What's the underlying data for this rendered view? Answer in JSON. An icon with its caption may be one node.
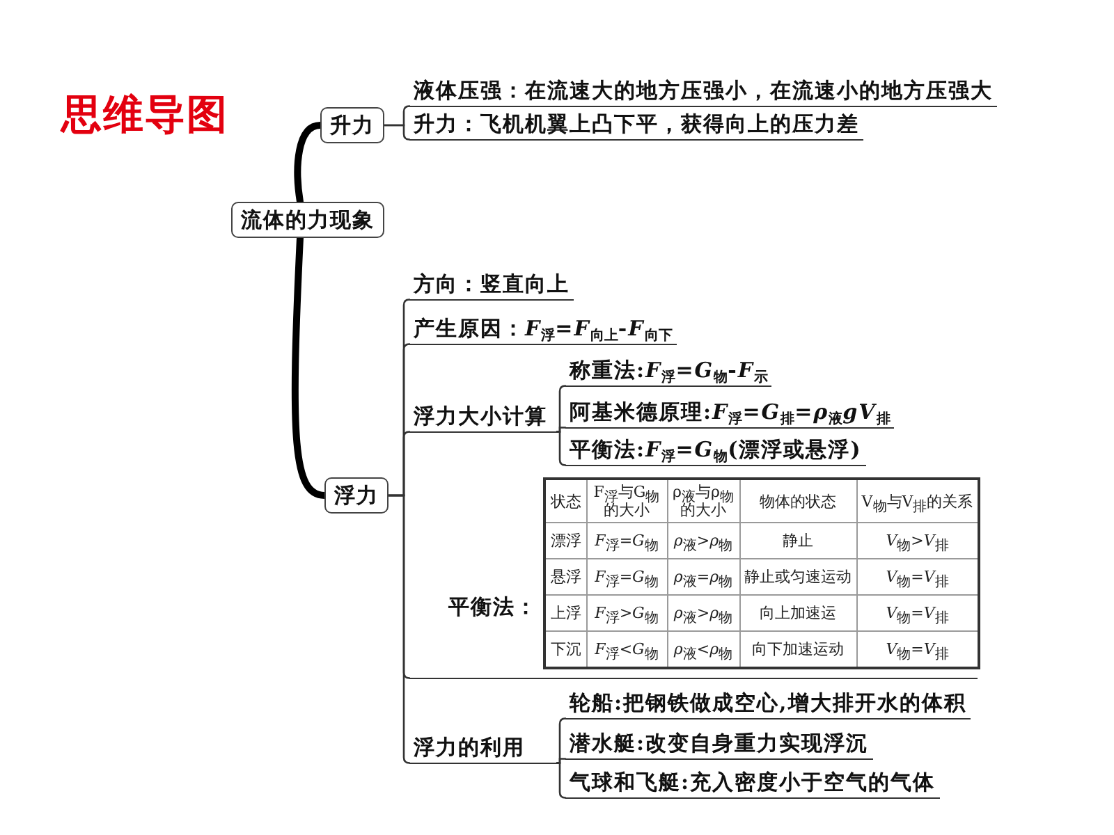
{
  "diagram": {
    "title": "思维导图",
    "nodes": [
      {
        "text": [
          "流体的力现象"
        ]
      },
      {
        "text": [
          "升力"
        ]
      },
      {
        "text": [
          "液体压强：在流速大的地方压强小，在流速小的地方压强大"
        ]
      },
      {
        "text": [
          "升力：飞机机翼上凸下平，获得向上的压力差"
        ]
      },
      {
        "text": [
          "浮力"
        ]
      },
      {
        "text": [
          "方向：竖直向上"
        ]
      },
      {
        "text": [
          "产生原因：*F*$_{浮}$=*F*$_{向上}$-*F*$_{向下}$"
        ]
      },
      {
        "text": [
          "浮力大小计算"
        ]
      },
      {
        "text": [
          "称重法:*F*$_{浮}$=*G*$_{物}$-*F*$_{示}$"
        ]
      },
      {
        "text": [
          "阿基米德原理:*F*$_{浮}$=*G*$_{排}$=*ρ*$_{液}$*gV*$_{排}$"
        ]
      },
      {
        "text": [
          "平衡法:*F*$_{浮}$=*G*$_{物}$(漂浮或悬浮)"
        ]
      },
      {
        "text": [
          "平衡法："
        ]
      },
      {
        "text": [
          "浮力的利用"
        ]
      },
      {
        "text": [
          "轮船:把钢铁做成空心,增大排开水的体积"
        ]
      },
      {
        "text": [
          "潜水艇:改变自身重力实现浮沉"
        ]
      },
      {
        "text": [
          "气球和飞艇:充入密度小于空气的气体"
        ]
      }
    ],
    "edges": [
      {
        "from": 0,
        "to": 1,
        "arrow": "none",
        "style": "thick"
      },
      {
        "from": 0,
        "to": 4,
        "arrow": "none",
        "style": "thick"
      },
      {
        "from": 1,
        "to": 2,
        "arrow": "none"
      },
      {
        "from": 1,
        "to": 3,
        "arrow": "none"
      },
      {
        "from": 4,
        "to": 5,
        "arrow": "none"
      },
      {
        "from": 4,
        "to": 6,
        "arrow": "none"
      },
      {
        "from": 4,
        "to": 7,
        "arrow": "none"
      },
      {
        "from": 7,
        "to": 8,
        "arrow": "none"
      },
      {
        "from": 7,
        "to": 9,
        "arrow": "none"
      },
      {
        "from": 7,
        "to": 10,
        "arrow": "none"
      },
      {
        "from": 4,
        "to": 11,
        "arrow": "none"
      },
      {
        "from": 4,
        "to": 12,
        "arrow": "none"
      },
      {
        "from": 12,
        "to": 13,
        "arrow": "none"
      },
      {
        "from": 12,
        "to": 14,
        "arrow": "none"
      },
      {
        "from": 12,
        "to": 15,
        "arrow": "none"
      }
    ],
    "labels": [
      "状态",
      "F$_{浮}$与G$_{物}$的大小",
      "ρ$_{液}$与ρ$_{物}$的大小",
      "物体的状态",
      "V$_{物}$与V$_{排}$的关系",
      "漂浮",
      "*F*$_{浮}$=*G*$_{物}$",
      "*ρ*$_{液}$>*ρ*$_{物}$",
      "静止",
      "*V*$_{物}$>*V*$_{排}$",
      "悬浮",
      "*F*$_{浮}$=*G*$_{物}$",
      "*ρ*$_{液}$=*ρ*$_{物}$",
      "静止或匀速运动",
      "*V*$_{物}$=*V*$_{排}$",
      "上浮",
      "*F*$_{浮}$>*G*$_{物}$",
      "*ρ*$_{液}$>*ρ*$_{物}$",
      "向上加速运",
      "*V*$_{物}$=*V*$_{排}$",
      "下沉",
      "*F*$_{浮}$<*G*$_{物}$",
      "*ρ*$_{液}$<*ρ*$_{物}$",
      "向下加速运动",
      "*V*$_{物}$=*V*$_{排}$"
    ]
  }
}
